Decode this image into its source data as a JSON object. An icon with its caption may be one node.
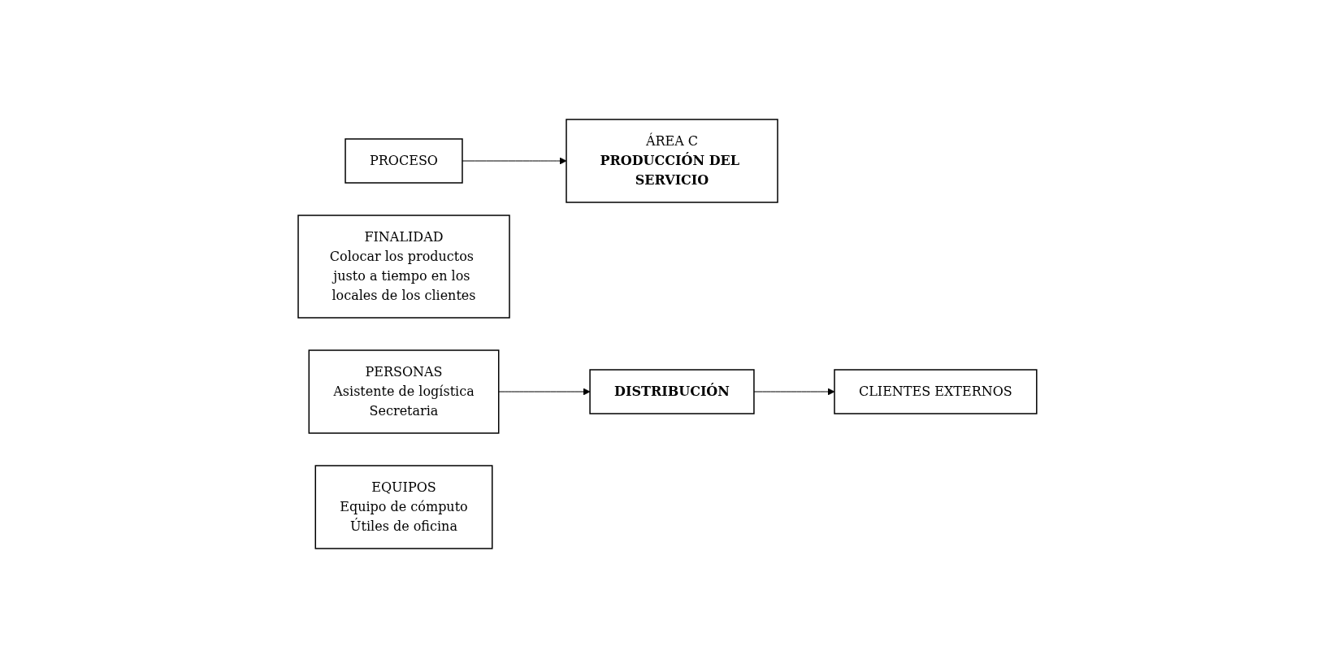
{
  "diagram": {
    "nodes": [
      {
        "text": [
          "ÁREA C",
          "PRODUCCIÓN DEL SERVICIO"
        ]
      },
      {
        "text": [
          "PROCESO"
        ]
      },
      {
        "text": [
          "FINALIDAD",
          "Colocar los productos justo a tiempo en los locales de los clientes"
        ]
      },
      {
        "text": [
          "PERSONAS",
          "Asistente de logística",
          "Secretaria"
        ]
      },
      {
        "text": [
          "DISTRIBUCIÓN"
        ]
      },
      {
        "text": [
          "CLIENTES EXTERNOS"
        ]
      },
      {
        "text": [
          "EQUIPOS",
          "Equipo de cómputo",
          "Útiles de oficina"
        ]
      }
    ],
    "edges": [
      {
        "from": 1,
        "to": 0,
        "arrow": "to"
      },
      {
        "from": 3,
        "to": 4,
        "arrow": "to"
      },
      {
        "from": 4,
        "to": 5,
        "arrow": "to"
      }
    ]
  }
}
